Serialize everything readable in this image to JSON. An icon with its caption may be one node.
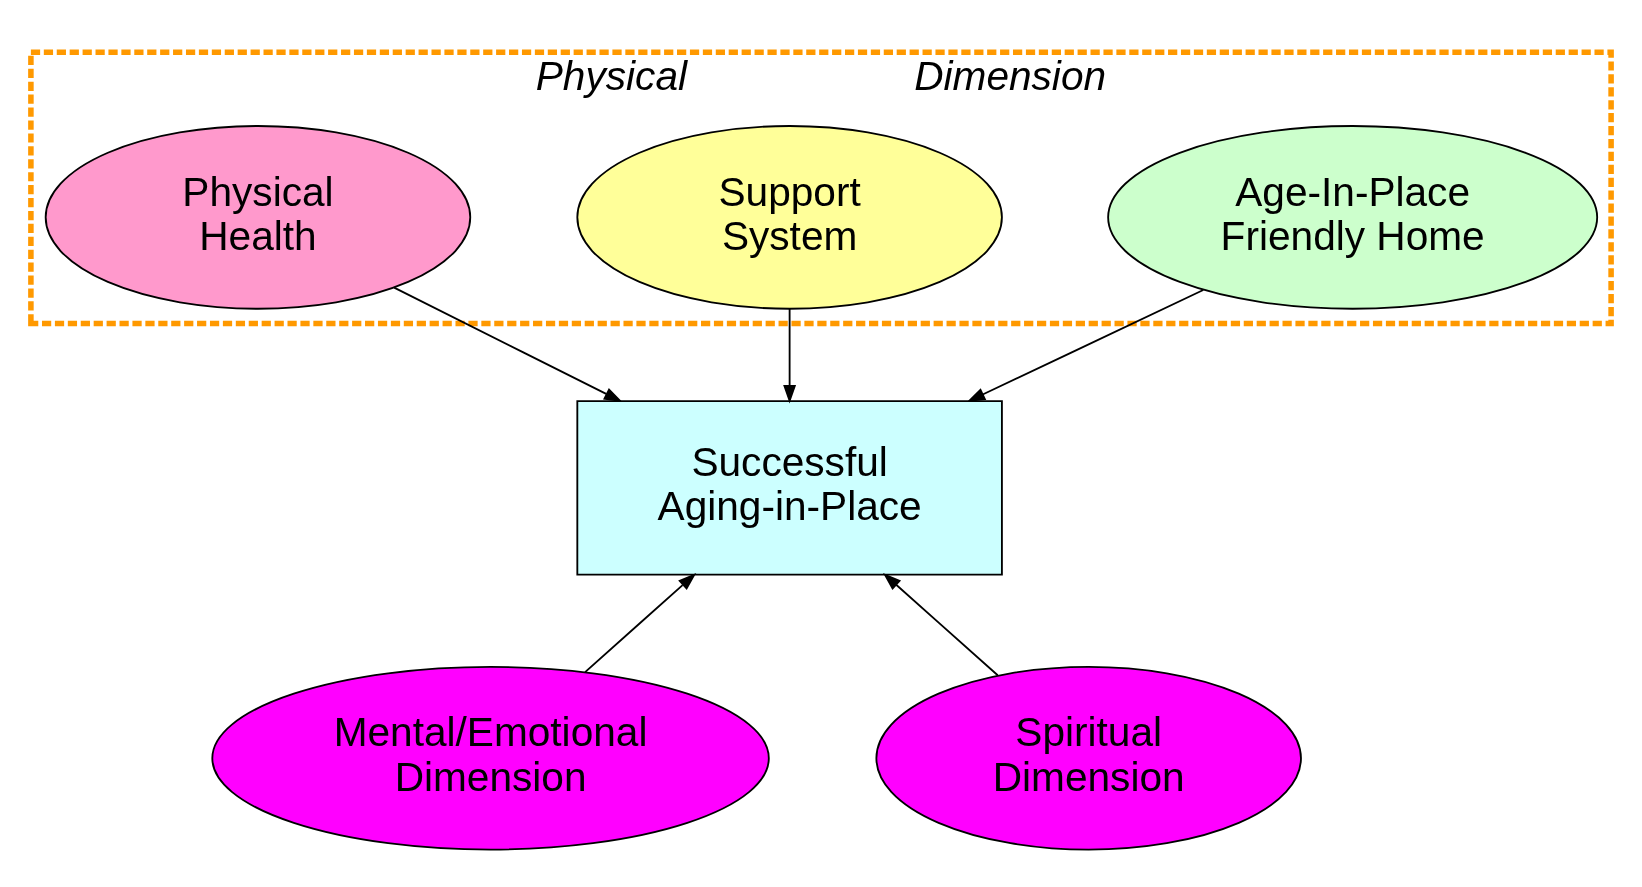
{
  "diagram": {
    "nodes": [
      {
        "text": [
          "Physical",
          "Dimension"
        ]
      },
      {
        "text": [
          "Age-In-Place Friendly Home"
        ],
        "in": 0
      },
      {
        "text": [
          "Support System"
        ],
        "in": 0
      },
      {
        "text": [
          "Physical Health"
        ],
        "in": 0
      },
      {
        "text": [
          "Successful Aging-in-Place"
        ]
      },
      {
        "text": [
          "Mental/Emotional Dimension"
        ]
      },
      {
        "text": [
          "Spiritual Dimension"
        ]
      }
    ],
    "edges": [
      {
        "from": 1,
        "to": 4,
        "arrow": "to"
      },
      {
        "from": 2,
        "to": 4,
        "arrow": "to"
      },
      {
        "from": 3,
        "to": 4,
        "arrow": "to"
      },
      {
        "from": 5,
        "to": 4,
        "arrow": "to"
      },
      {
        "from": 6,
        "to": 4,
        "arrow": "to"
      }
    ]
  }
}
